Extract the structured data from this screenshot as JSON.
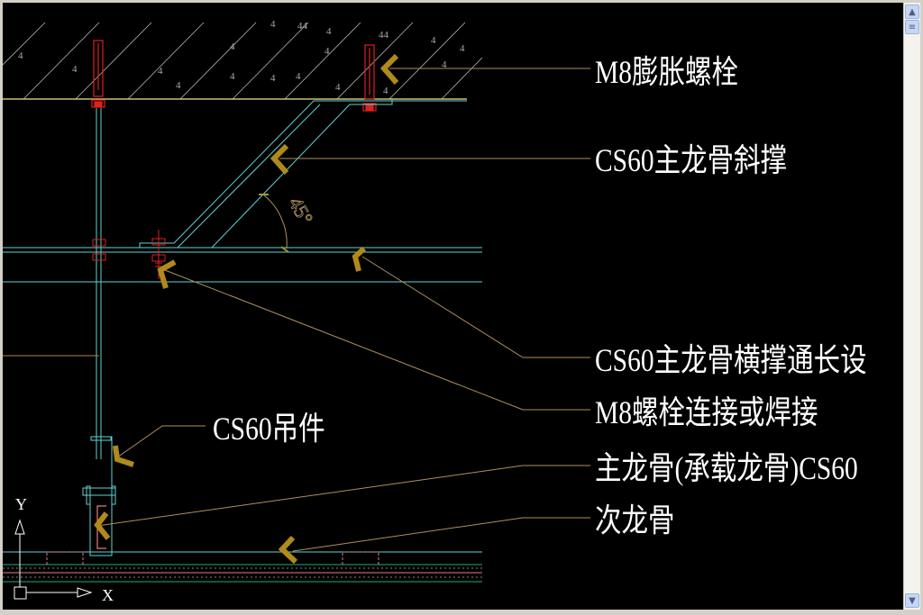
{
  "labels": {
    "anchor_bolt": "M8膨胀螺栓",
    "diagonal_brace": "CS60主龙骨斜撑",
    "cross_brace": "CS60主龙骨横撑通长设",
    "bolt_connection": "M8螺栓连接或焊接",
    "main_keel": "主龙骨(承载龙骨)CS60",
    "secondary_keel": "次龙骨",
    "hanger": "CS60吊件",
    "angle": "45°"
  },
  "ucs": {
    "x_label": "X",
    "y_label": "Y"
  },
  "colors": {
    "background": "#000000",
    "member": "#5fd3d3",
    "bolt": "#e02020",
    "leader": "#b09060",
    "arrow": "#b08a1a",
    "slab_line": "#f0e68c"
  }
}
